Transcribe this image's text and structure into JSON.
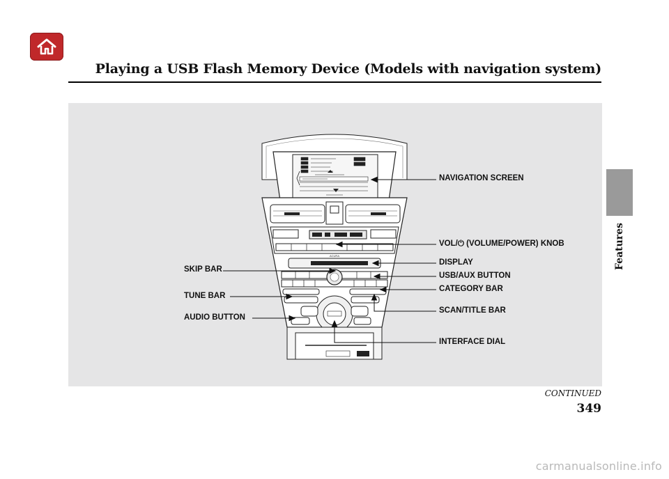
{
  "header": {
    "title": "Playing a USB Flash Memory Device (Models with navigation system)",
    "home_icon": "home-icon"
  },
  "side_tab": {
    "label": "Features"
  },
  "labels": {
    "navigation_screen": "NAVIGATION SCREEN",
    "vol_knob": "VOL/⏻ (VOLUME/POWER) KNOB",
    "display": "DISPLAY",
    "usb_aux_button": "USB/AUX BUTTON",
    "category_bar": "CATEGORY BAR",
    "scan_title_bar": "SCAN/TITLE BAR",
    "interface_dial": "INTERFACE DIAL",
    "skip_bar": "SKIP BAR",
    "tune_bar": "TUNE BAR",
    "audio_button": "AUDIO BUTTON"
  },
  "footer": {
    "continued": "CONTINUED",
    "page_number": "349",
    "watermark": "carmanualsonline.info"
  },
  "colors": {
    "home_button": "#c0282a",
    "panel_background": "#e5e5e6",
    "side_tab": "#9a9a9a"
  }
}
